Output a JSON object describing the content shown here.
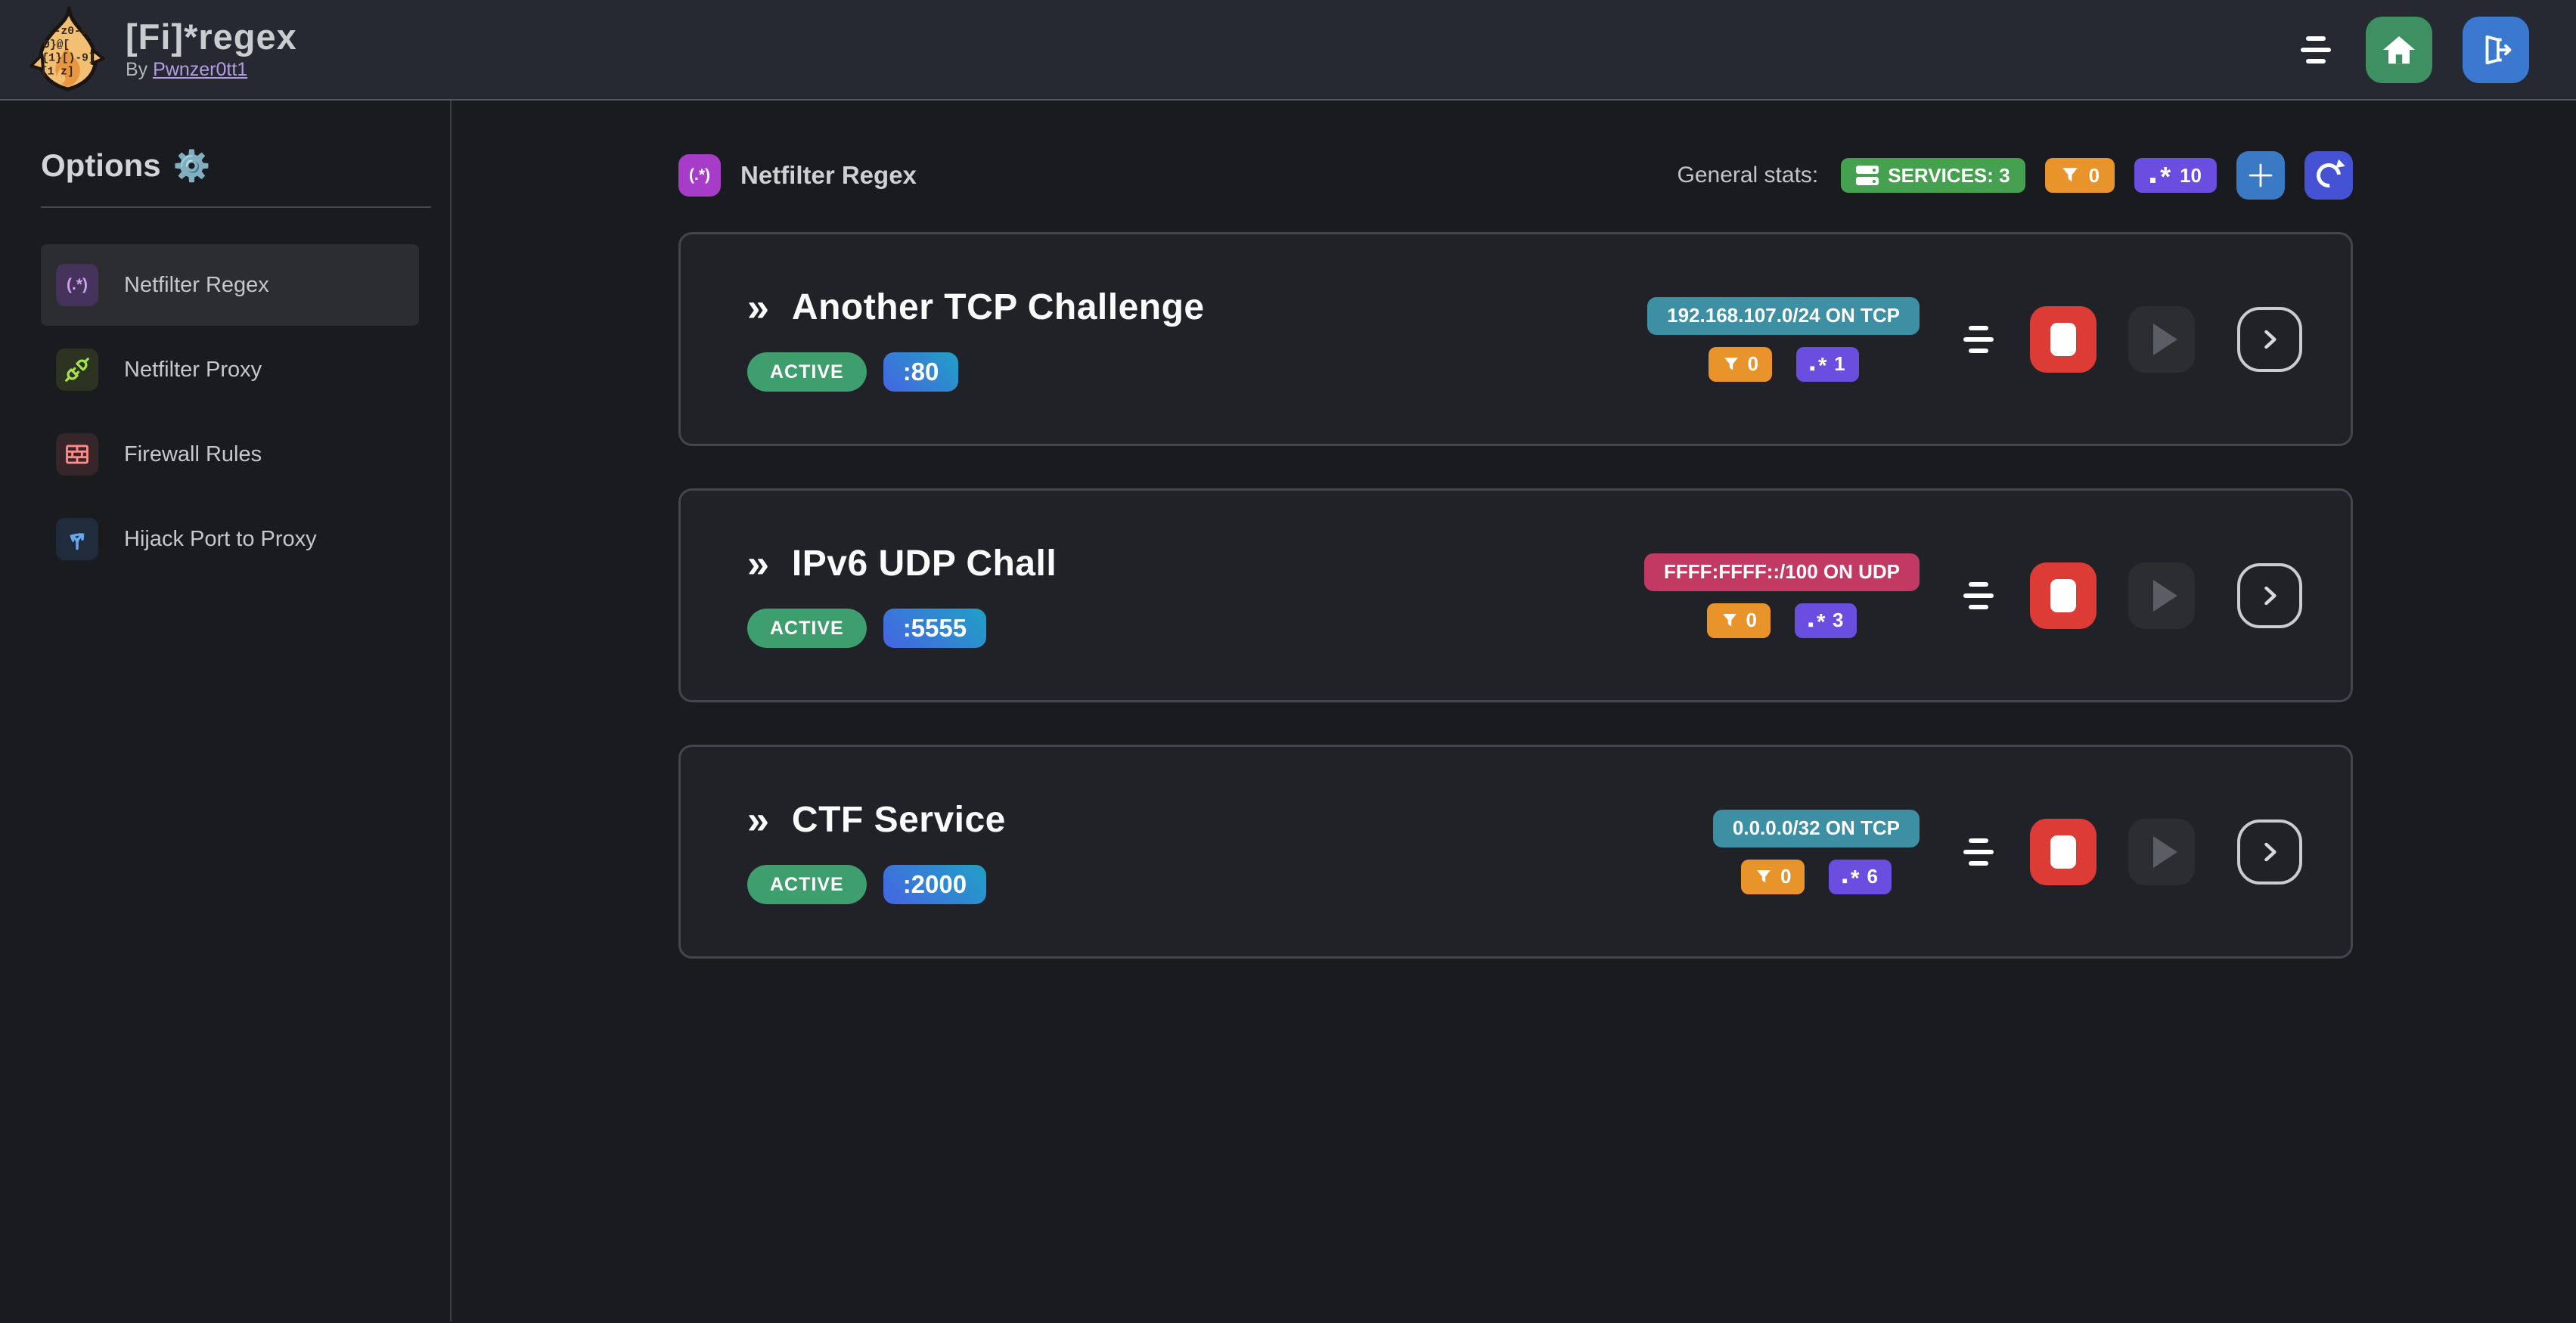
{
  "app": {
    "title": "[Fi]*regex",
    "byline_prefix": "By",
    "author": "Pwnzer0tt1"
  },
  "sidebar": {
    "title": "Options",
    "gear": "⚙️",
    "items": [
      {
        "label": "Netfilter Regex",
        "glyph": "(.*)",
        "selected": true
      },
      {
        "label": "Netfilter Proxy",
        "selected": false
      },
      {
        "label": "Firewall Rules",
        "selected": false
      },
      {
        "label": "Hijack Port to Proxy",
        "selected": false
      }
    ]
  },
  "main": {
    "section_title": "Netfilter Regex",
    "section_glyph": "(.*)",
    "stats_label": "General stats:",
    "stats": {
      "services": "SERVICES: 3",
      "filters": "0",
      "regexes": "10"
    },
    "card_marker": "»",
    "services": [
      {
        "name": "Another TCP Challenge",
        "status": "ACTIVE",
        "port": ":80",
        "target": "192.168.107.0/24 ON TCP",
        "protocol": "tcp",
        "filters": "0",
        "regexes": "1"
      },
      {
        "name": "IPv6 UDP Chall",
        "status": "ACTIVE",
        "port": ":5555",
        "target": "FFFF:FFFF::/100 ON UDP",
        "protocol": "udp",
        "filters": "0",
        "regexes": "3"
      },
      {
        "name": "CTF Service",
        "status": "ACTIVE",
        "port": ":2000",
        "target": "0.0.0.0/32 ON TCP",
        "protocol": "tcp",
        "filters": "0",
        "regexes": "6"
      }
    ]
  },
  "colors": {
    "page_bg": "#1a1b1e",
    "navbar_bg": "#262932",
    "card_bg": "#212227",
    "card_border": "#43464c",
    "active_green": "#3f9e6d",
    "services_green": "#45a14f",
    "filter_orange": "#e8942a",
    "regex_violet": "#6a4ee0",
    "tcp_teal": "#3d8fa3",
    "udp_pink": "#c23a64",
    "port_gradient_from": "#4565e2",
    "port_gradient_to": "#21a0c6",
    "stop_red": "#dd3b35",
    "home_green": "#3e8f62",
    "logout_blue": "#3b79d0",
    "plus_blue": "#3a79c4",
    "refresh_indigo": "#4652d4",
    "section_purple": "#a73cc9",
    "author_link": "#b49ce2"
  }
}
